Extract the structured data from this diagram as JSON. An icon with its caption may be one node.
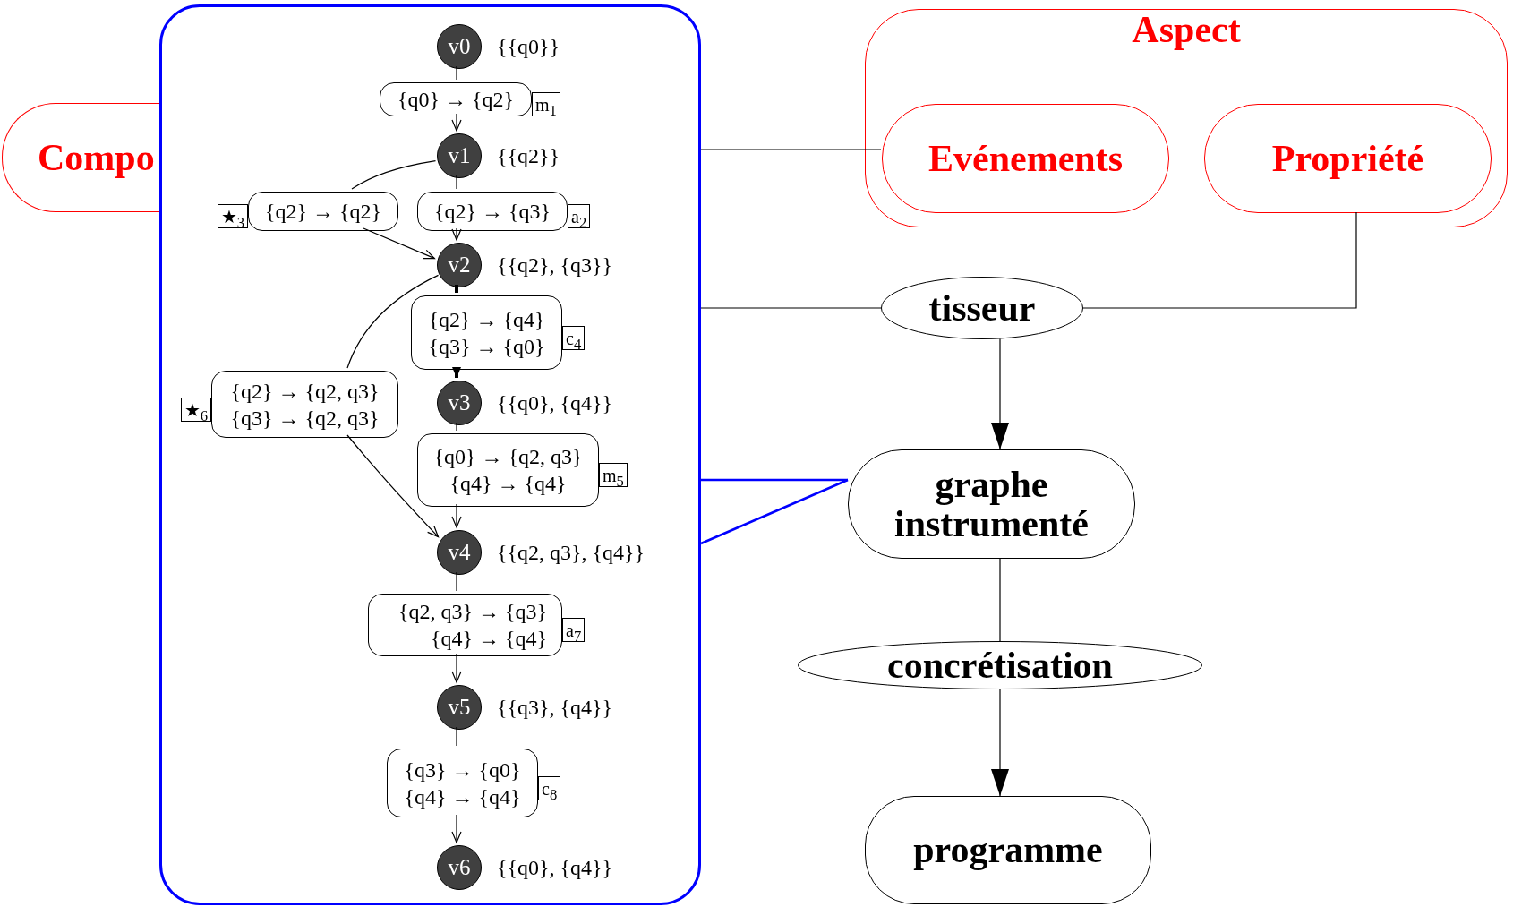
{
  "diagram": {
    "nodes": [
      {
        "text": [
          "Compo"
        ]
      },
      {
        "text": [],
        "shape": "box"
      },
      {
        "text": [
          "v0"
        ],
        "in": 1,
        "beside": [
          "{{q0}}"
        ]
      },
      {
        "text": [
          "{q0} → {q2}"
        ],
        "in": 1,
        "beside": [
          "m$_{1}$"
        ]
      },
      {
        "text": [
          "v1"
        ],
        "in": 1,
        "beside": [
          "{{q2}}"
        ]
      },
      {
        "text": [
          "{q2} → {q2}"
        ],
        "in": 1,
        "beside": [
          "★$_{3}$"
        ]
      },
      {
        "text": [
          "{q2} → {q3}"
        ],
        "in": 1,
        "beside": [
          "a$_{2}$"
        ]
      },
      {
        "text": [
          "v2"
        ],
        "in": 1,
        "beside": [
          "{{q2}, {q3}}"
        ]
      },
      {
        "text": [
          "{q2} → {q4}",
          "{q3} → {q0}"
        ],
        "in": 1,
        "beside": [
          "c$_{4}$"
        ]
      },
      {
        "text": [
          "{q2} → {q2, q3}",
          "{q3} → {q2, q3}"
        ],
        "in": 1,
        "beside": [
          "★$_{6}$"
        ]
      },
      {
        "text": [
          "v3"
        ],
        "in": 1,
        "beside": [
          "{{q0}, {q4}}"
        ]
      },
      {
        "text": [
          "{q0} → {q2, q3}",
          "{q4} → {q4}"
        ],
        "in": 1,
        "beside": [
          "m$_{5}$"
        ]
      },
      {
        "text": [
          "v4"
        ],
        "in": 1,
        "beside": [
          "{{q2, q3}, {q4}}"
        ]
      },
      {
        "text": [
          "{q2, q3} → {q3}",
          "{q4} → {q4}"
        ],
        "in": 1,
        "beside": [
          "a$_{7}$"
        ]
      },
      {
        "text": [
          "v5"
        ],
        "in": 1,
        "beside": [
          "{{q3}, {q4}}"
        ]
      },
      {
        "text": [
          "{q3} → {q0}",
          "{q4} → {q4}"
        ],
        "in": 1,
        "beside": [
          "c$_{8}$"
        ]
      },
      {
        "text": [
          "v6"
        ],
        "in": 1,
        "beside": [
          "{{q0}, {q4}}"
        ]
      },
      {
        "text": [
          "Aspect"
        ]
      },
      {
        "text": [
          "Evénements"
        ],
        "in": 17
      },
      {
        "text": [
          "Propriété"
        ],
        "in": 17
      },
      {
        "text": [
          "tisseur"
        ]
      },
      {
        "text": [
          "graphe instrumenté"
        ]
      },
      {
        "text": [
          "concrétisation"
        ]
      },
      {
        "text": [
          "programme"
        ]
      }
    ],
    "edges": [
      {
        "from": 2,
        "to": 3,
        "arrow": "none"
      },
      {
        "from": 3,
        "to": 4,
        "arrow": "to"
      },
      {
        "from": 4,
        "to": 6,
        "arrow": "none"
      },
      {
        "from": 6,
        "to": 7,
        "arrow": "to"
      },
      {
        "from": 4,
        "to": 5,
        "arrow": "none"
      },
      {
        "from": 5,
        "to": 7,
        "arrow": "to"
      },
      {
        "from": 7,
        "to": 8,
        "arrow": "none",
        "style": "thick"
      },
      {
        "from": 8,
        "to": 10,
        "arrow": "to",
        "style": "thick"
      },
      {
        "from": 7,
        "to": 9,
        "arrow": "none"
      },
      {
        "from": 9,
        "to": 12,
        "arrow": "to"
      },
      {
        "from": 10,
        "to": 11,
        "arrow": "none"
      },
      {
        "from": 11,
        "to": 12,
        "arrow": "to"
      },
      {
        "from": 12,
        "to": 13,
        "arrow": "none"
      },
      {
        "from": 13,
        "to": 14,
        "arrow": "to"
      },
      {
        "from": 14,
        "to": 15,
        "arrow": "none"
      },
      {
        "from": 15,
        "to": 16,
        "arrow": "to"
      },
      {
        "from": 1,
        "to": 18,
        "arrow": "none"
      },
      {
        "from": 1,
        "to": 20,
        "arrow": "none"
      },
      {
        "from": 19,
        "to": 20,
        "arrow": "none"
      },
      {
        "from": 20,
        "to": 21,
        "arrow": "to"
      },
      {
        "from": 1,
        "to": 21,
        "arrow": "none",
        "color": "#0000ff"
      },
      {
        "from": 1,
        "to": 21,
        "arrow": "none",
        "color": "#0000ff"
      },
      {
        "from": 21,
        "to": 22,
        "arrow": "none"
      },
      {
        "from": 22,
        "to": 23,
        "arrow": "to"
      }
    ]
  }
}
